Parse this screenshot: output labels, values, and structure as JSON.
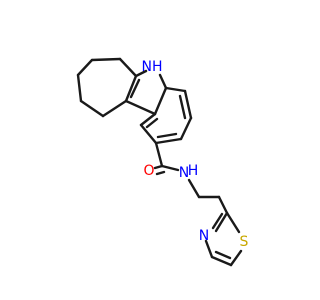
{
  "molecule": {
    "atoms": [
      {
        "label": "NH",
        "color": "#0000ff"
      },
      {
        "label": "O",
        "color": "#ff0000"
      },
      {
        "label": "N",
        "color": "#0000ff"
      },
      {
        "label": "H",
        "color": "#0000ff"
      },
      {
        "label": "N",
        "color": "#0000ff"
      },
      {
        "label": "S",
        "color": "#c8a800"
      }
    ]
  }
}
